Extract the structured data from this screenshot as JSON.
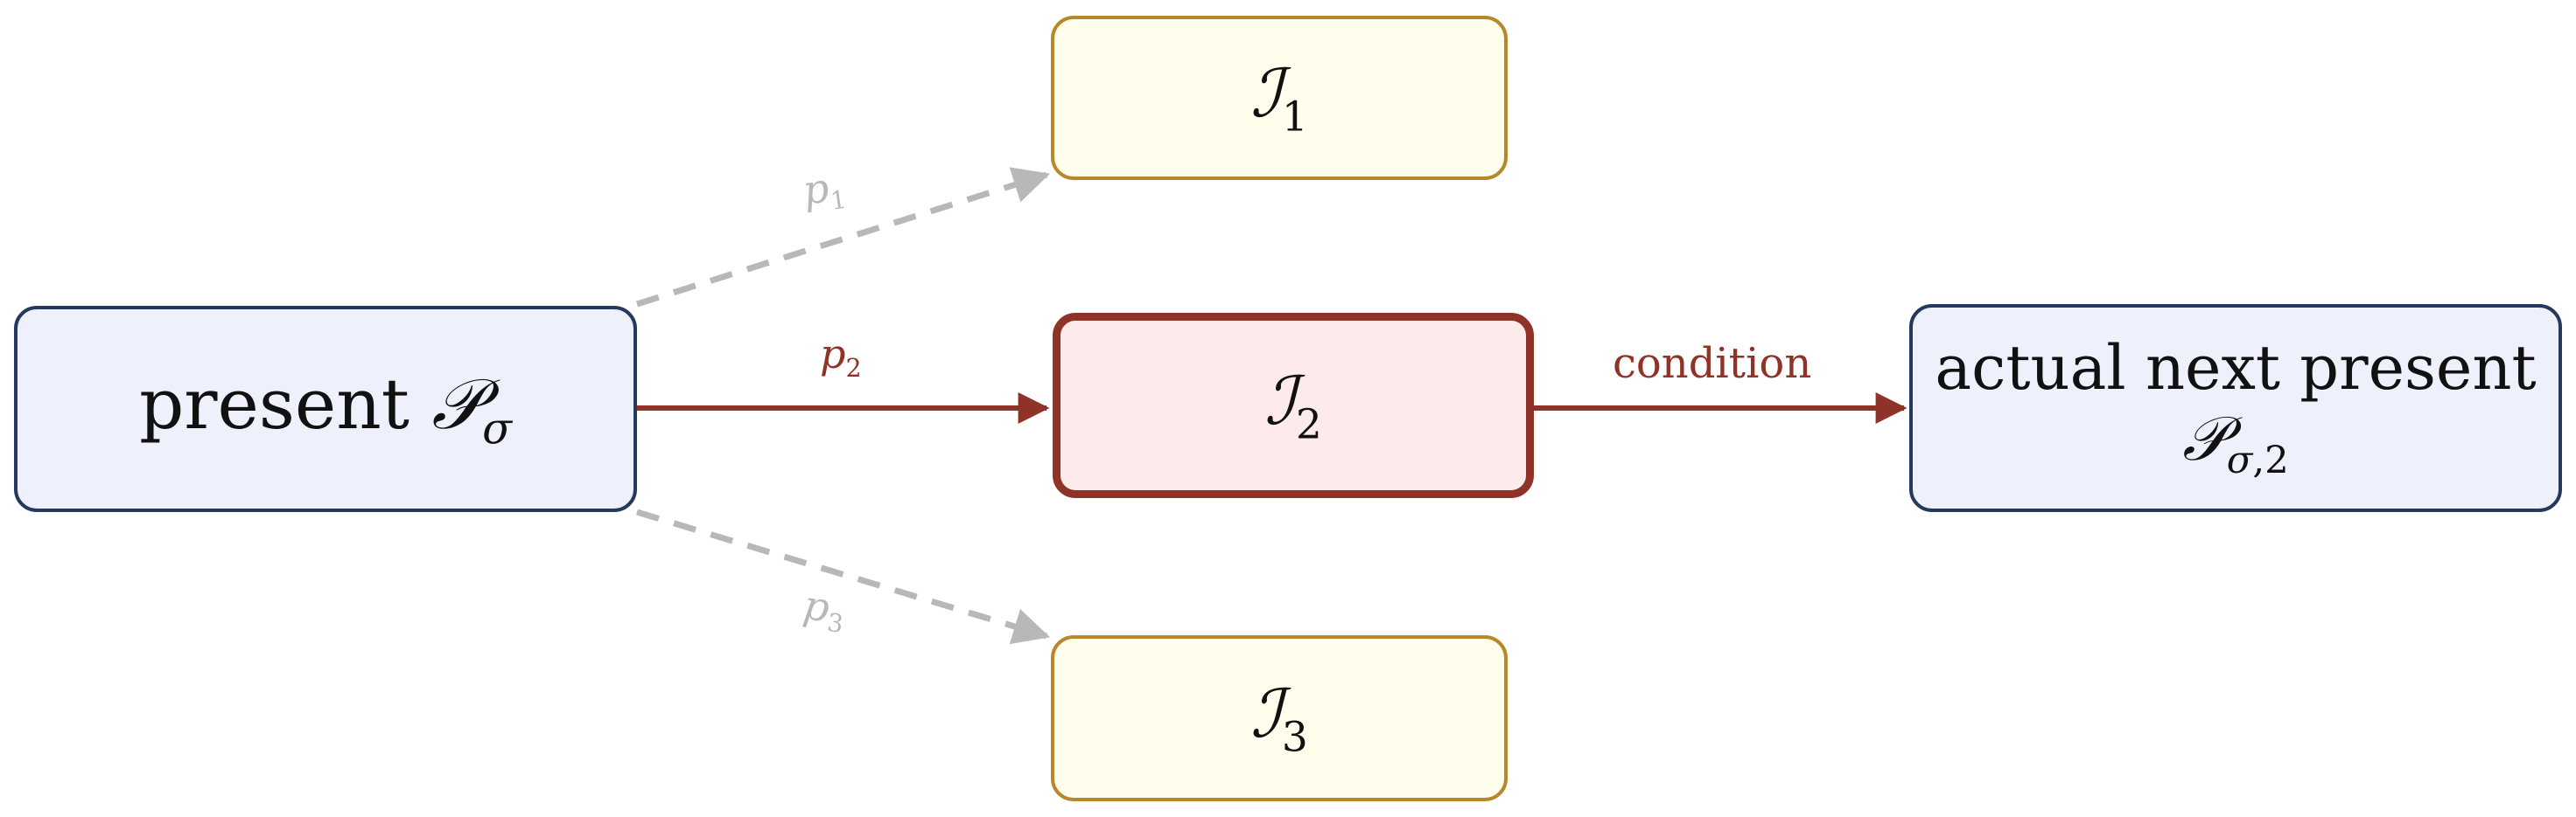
{
  "nodes": {
    "present": {
      "text": "present",
      "symbol": "𝒫",
      "subscript": "σ"
    },
    "i1": {
      "symbol": "ℐ",
      "subscript": "1"
    },
    "i2": {
      "symbol": "ℐ",
      "subscript": "2"
    },
    "i3": {
      "symbol": "ℐ",
      "subscript": "3"
    },
    "next": {
      "text": "actual next present",
      "symbol": "𝒫",
      "subscript_a": "σ",
      "subscript_b": ",2"
    }
  },
  "edges": {
    "p1": {
      "label": "p",
      "sub": "1",
      "style": "dashed",
      "color": "#b8b8b8"
    },
    "p2": {
      "label": "p",
      "sub": "2",
      "style": "solid",
      "color": "#8f3227"
    },
    "p3": {
      "label": "p",
      "sub": "3",
      "style": "dashed",
      "color": "#b8b8b8"
    },
    "condition": {
      "label": "condition",
      "style": "solid",
      "color": "#8f3227"
    }
  },
  "colors": {
    "present_fill": "#eef0fb",
    "present_border": "#23395d",
    "interpretation_fill": "#fffdeb",
    "interpretation_border": "#b8872a",
    "selected_fill": "#fdebeb",
    "selected_border": "#8f3227",
    "inactive_edge": "#b8b8b8",
    "active_edge": "#8f3227"
  }
}
